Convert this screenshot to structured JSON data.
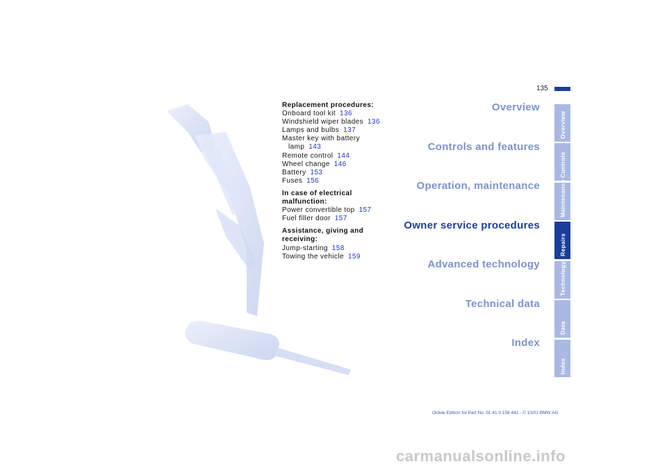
{
  "page": {
    "number": "135"
  },
  "toc": {
    "groups": [
      {
        "heading": "Replacement procedures:",
        "entries": [
          {
            "label": "Onboard tool kit",
            "page": "136"
          },
          {
            "label": "Windshield wiper blades",
            "page": "136"
          },
          {
            "label": "Lamps and bulbs",
            "page": "137"
          },
          {
            "label": "Master key with battery",
            "label_cont": "lamp",
            "page": "143"
          },
          {
            "label": "Remote control",
            "page": "144"
          },
          {
            "label": "Wheel change",
            "page": "146"
          },
          {
            "label": "Battery",
            "page": "153"
          },
          {
            "label": "Fuses",
            "page": "156"
          }
        ]
      },
      {
        "heading_line1": "In case of electrical",
        "heading_line2": "malfunction:",
        "entries": [
          {
            "label": "Power convertible top",
            "page": "157"
          },
          {
            "label": "Fuel filler door",
            "page": "157"
          }
        ]
      },
      {
        "heading_line1": "Assistance, giving and",
        "heading_line2": "receiving:",
        "entries": [
          {
            "label": "Jump-starting",
            "page": "158"
          },
          {
            "label": "Towing the vehicle",
            "page": "159"
          }
        ]
      }
    ]
  },
  "chapters": [
    {
      "label": "Overview",
      "tab": "Overview"
    },
    {
      "label": "Controls and features",
      "tab": "Controls"
    },
    {
      "label": "Operation, maintenance",
      "tab": "Maintenance"
    },
    {
      "label": "Owner service procedures",
      "tab": "Repairs",
      "active": true
    },
    {
      "label": "Advanced technology",
      "tab": "Technology"
    },
    {
      "label": "Technical data",
      "tab": "Data"
    },
    {
      "label": "Index",
      "tab": "Index"
    }
  ],
  "footer": {
    "text": "Online Edition for Part No. 01 41 0 156 441 - © 10/01 BMW AG"
  },
  "watermark": {
    "text": "carmanualsonline.info"
  },
  "colors": {
    "accent": "#1a3f9a",
    "tab_inactive": "#a9b9e2",
    "link": "#2033d2",
    "chapter_inactive": "#7b93cd"
  }
}
